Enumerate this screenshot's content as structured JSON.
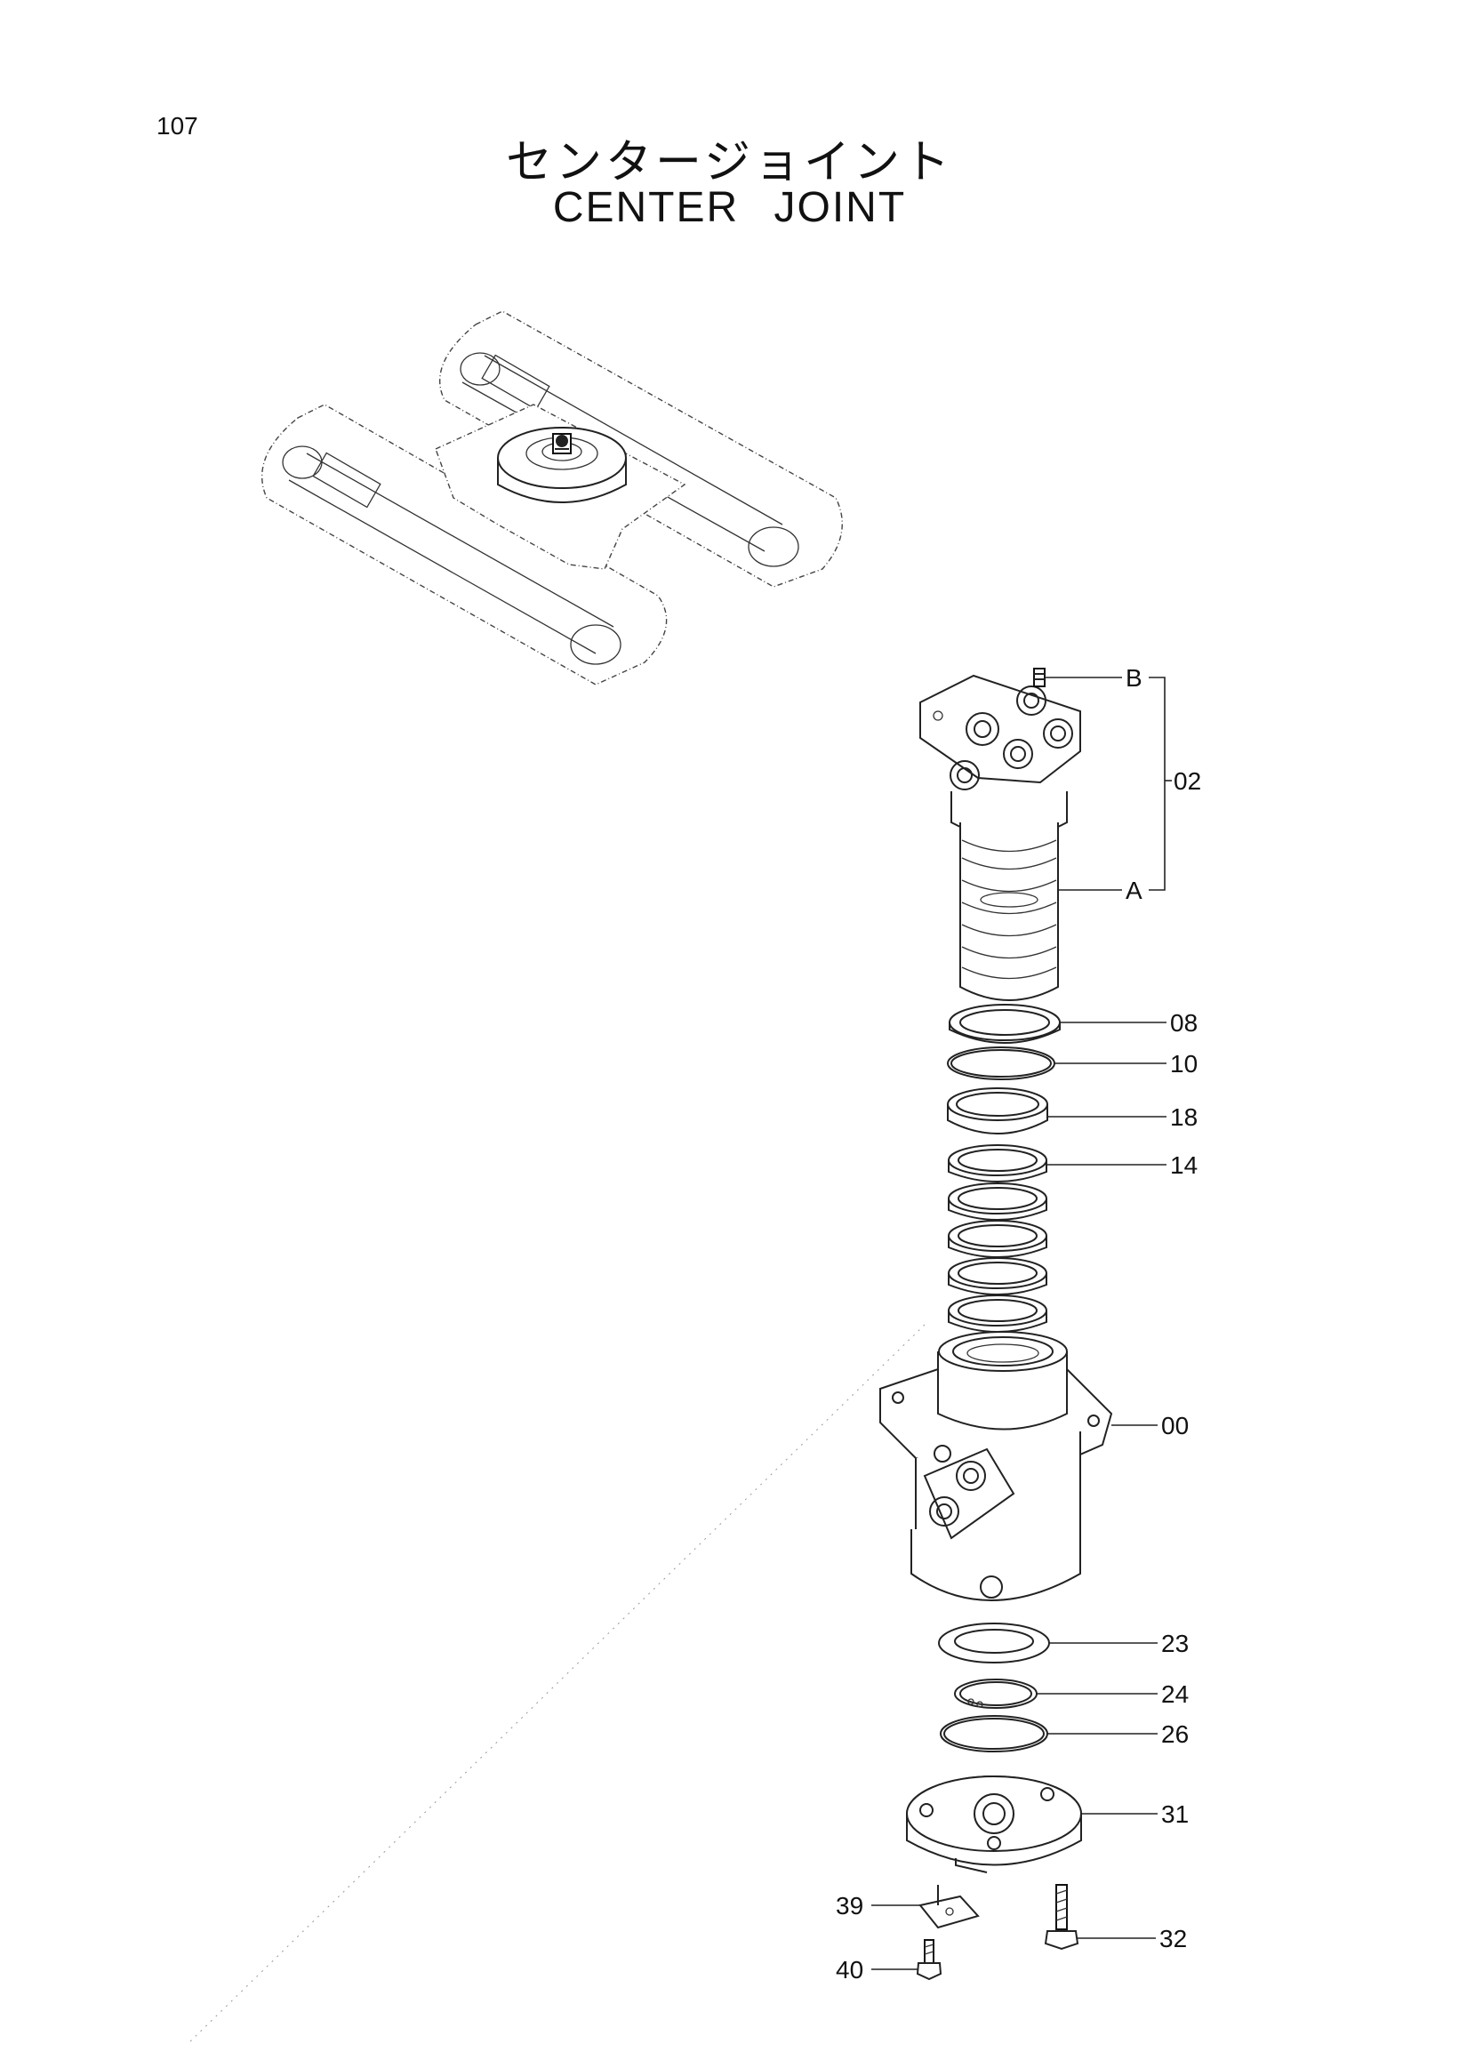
{
  "page": {
    "number": "107",
    "title_jp": "センタージョイント",
    "title_en": "CENTER   JOINT"
  },
  "callouts": {
    "b": "B",
    "a": "A",
    "p02": "02",
    "p08": "08",
    "p10": "10",
    "p18": "18",
    "p14": "14",
    "p00": "00",
    "p23": "23",
    "p24": "24",
    "p26": "26",
    "p31": "31",
    "p32": "32",
    "p39": "39",
    "p40": "40"
  }
}
